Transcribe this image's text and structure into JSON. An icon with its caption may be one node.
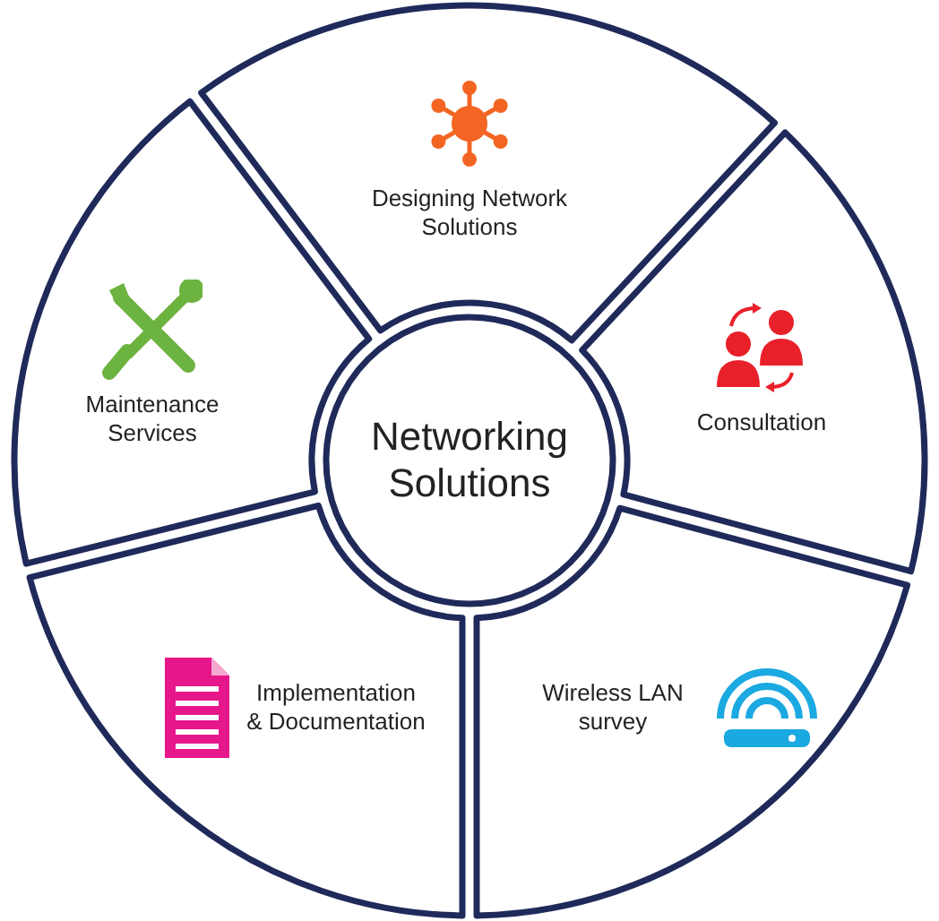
{
  "diagram": {
    "nodes": [
      {
        "text": [
          "Designing Network Solutions"
        ]
      },
      {
        "text": [
          "Maintenance Services"
        ]
      },
      {
        "text": [
          "Networking Solutions"
        ]
      },
      {
        "text": [
          "Consultation"
        ]
      },
      {
        "text": [
          "Implementation & Documentation"
        ]
      },
      {
        "text": [
          "Wireless LAN survey"
        ]
      }
    ]
  }
}
